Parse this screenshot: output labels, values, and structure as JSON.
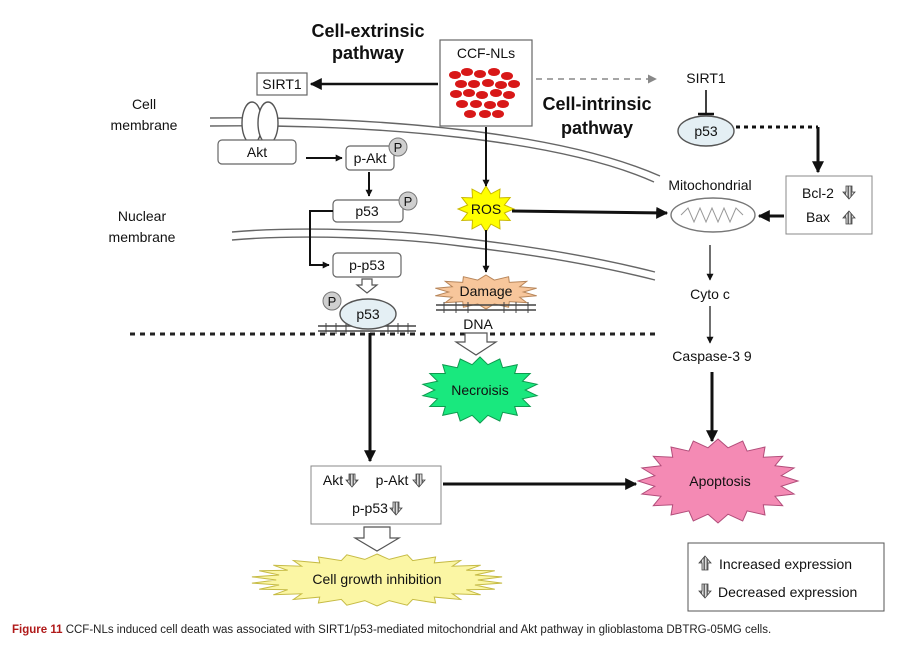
{
  "headings": {
    "extrinsic_line1": "Cell-extrinsic",
    "extrinsic_line2": "pathway",
    "intrinsic_line1": "Cell-intrinsic",
    "intrinsic_line2": "pathway"
  },
  "labels": {
    "ccf_nls": "CCF-NLs",
    "sirt1_left": "SIRT1",
    "sirt1_right": "SIRT1",
    "cell_membrane_line1": "Cell",
    "cell_membrane_line2": "membrane",
    "nuclear_membrane_line1": "Nuclear",
    "nuclear_membrane_line2": "membrane",
    "akt": "Akt",
    "p_akt": "p-Akt",
    "p53_mid": "p53",
    "p_p53": "p-p53",
    "p53_dna": "p53",
    "p53_right": "p53",
    "phospho": "P",
    "ros": "ROS",
    "damage": "Damage",
    "dna": "DNA",
    "necroisis": "Necroisis",
    "mitochondrial": "Mitochondrial",
    "bcl2": "Bcl-2",
    "bax": "Bax",
    "cyto_c": "Cyto c",
    "caspase": "Caspase-3 9",
    "apoptosis": "Apoptosis",
    "result_akt": "Akt",
    "result_p_akt": "p-Akt",
    "result_p_p53": "p-p53",
    "growth_inhibition": "Cell growth inhibition"
  },
  "legend": {
    "increased": "Increased expression",
    "decreased": "Decreased expression"
  },
  "caption": {
    "label": "Figure 11",
    "text": " CCF-NLs induced cell death was associated with SIRT1/p53-mediated mitochondrial and Akt pathway in glioblastoma DBTRG-05MG cells."
  },
  "colors": {
    "ros_fill": "#ffff00",
    "damage_fill": "#f7c69b",
    "necroisis_fill": "#19e87e",
    "apoptosis_fill": "#f48ab4",
    "growth_fill": "#fbf6a4",
    "particle": "#d81818",
    "p53_fill": "#e4eff4"
  }
}
